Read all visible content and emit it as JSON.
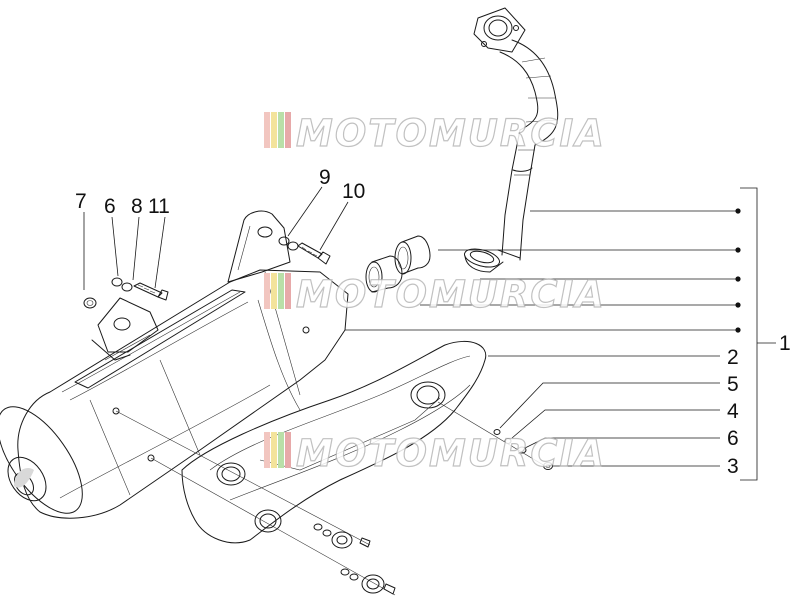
{
  "watermark": {
    "text": "MOTOMURCIA",
    "stripe_colors": [
      "#f2c6c0",
      "#f3e39b",
      "#b9dfa8",
      "#e7a9a9"
    ]
  },
  "labels": {
    "l7": "7",
    "l6a": "6",
    "l8": "8",
    "l11": "11",
    "l9": "9",
    "l10": "10",
    "l1": "1",
    "l2": "2",
    "l5": "5",
    "l4": "4",
    "l6b": "6",
    "l3": "3"
  }
}
